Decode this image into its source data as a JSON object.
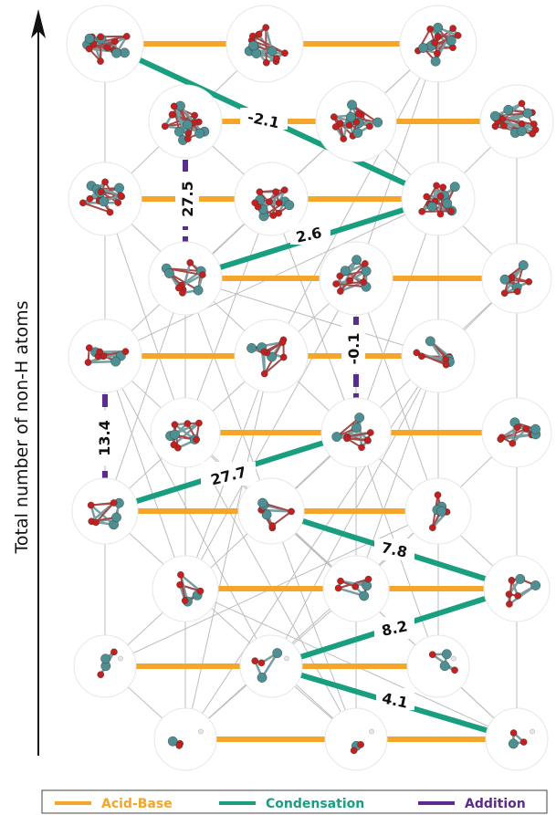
{
  "axis": {
    "ylabel": "Total number of non-H atoms"
  },
  "colors": {
    "acid_base": "#f5a52a",
    "condensation": "#1a9e80",
    "addition": "#5a2d8c",
    "grid": "#bdbdbd",
    "si": "#4e8f93",
    "o": "#c42020",
    "h": "#e6e6e6"
  },
  "edge_labels": [
    "-2.1",
    "27.5",
    "2.6",
    "-0.1",
    "13.4",
    "27.7",
    "7.8",
    "8.2",
    "4.1"
  ],
  "legend": {
    "acid_base": "Acid-Base",
    "condensation": "Condensation",
    "addition": "Addition"
  }
}
